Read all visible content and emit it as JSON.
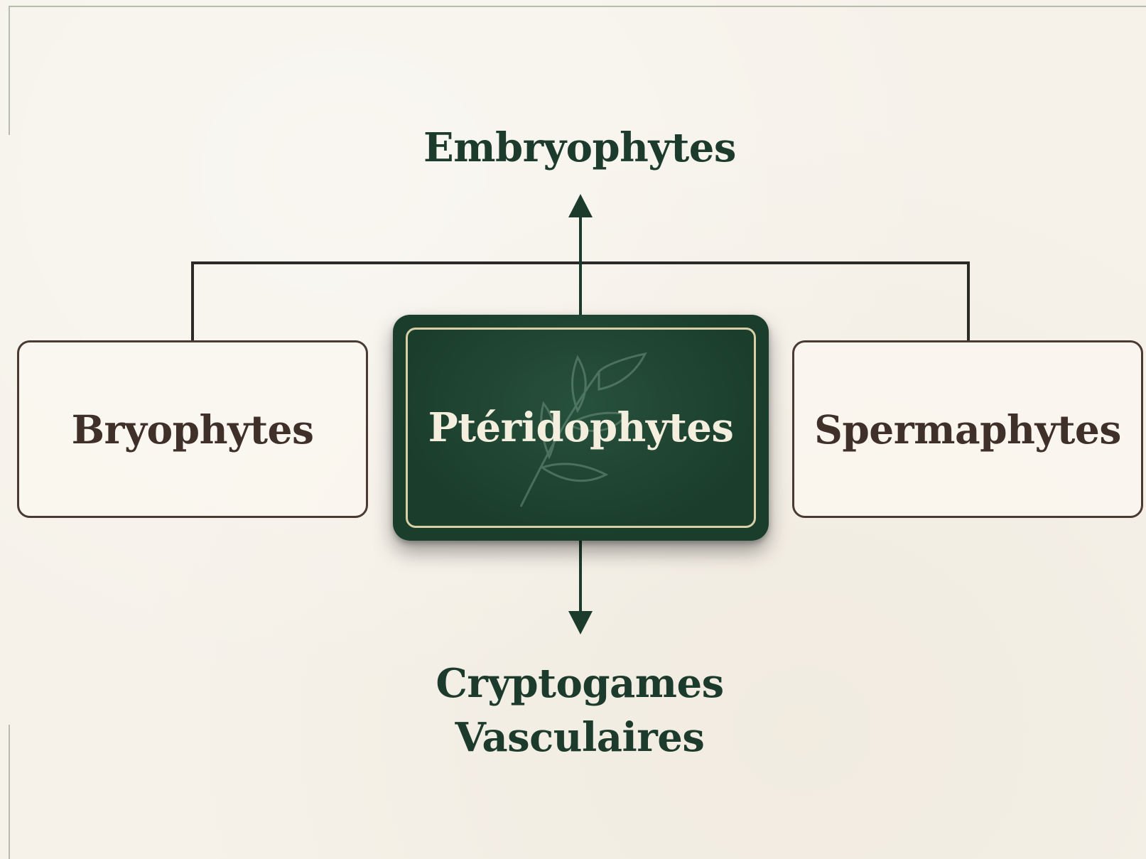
{
  "diagram": {
    "parent_label": "Embryophytes",
    "groups": [
      {
        "id": "left",
        "label": "Bryophytes"
      },
      {
        "id": "center",
        "label": "Ptéridophytes"
      },
      {
        "id": "right",
        "label": "Spermaphytes"
      }
    ],
    "child_label_lines": [
      "Cryptogames",
      "Vasculaires"
    ],
    "colors": {
      "background": "#f6f2ea",
      "dark_green": "#1b3d2c",
      "box_border": "#4a3a33",
      "gold_border": "#d7d0a6",
      "connector": "#2c2a27"
    },
    "icons": {
      "center_watermark": "leaf-sprig-icon"
    }
  }
}
